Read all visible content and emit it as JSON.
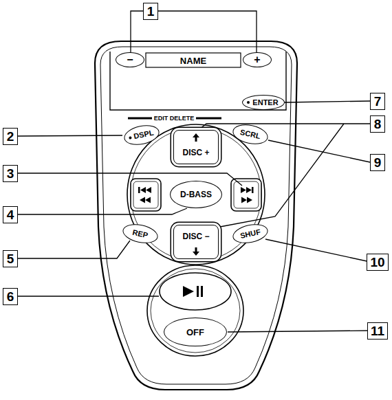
{
  "diagram": {
    "nodes": [
      {
        "text": [
          "−"
        ]
      },
      {
        "text": [
          "+"
        ]
      },
      {
        "text": [
          "ENTER"
        ]
      },
      {
        "text": [
          "DSPL"
        ]
      },
      {
        "text": [
          "DISC +"
        ]
      },
      {
        "text": [
          "SCRL"
        ]
      },
      {
        "text": [
          "D-BASS"
        ]
      },
      {
        "text": [
          "REP"
        ]
      },
      {
        "text": [
          "DISC −"
        ]
      },
      {
        "text": [
          "SHUF"
        ]
      },
      {
        "text": [
          "OFF"
        ]
      }
    ],
    "labels": [
      "NAME",
      "EDIT DELETE",
      "1",
      "2",
      "3",
      "4",
      "5",
      "6",
      "7",
      "8",
      "9",
      "10",
      "11"
    ]
  }
}
